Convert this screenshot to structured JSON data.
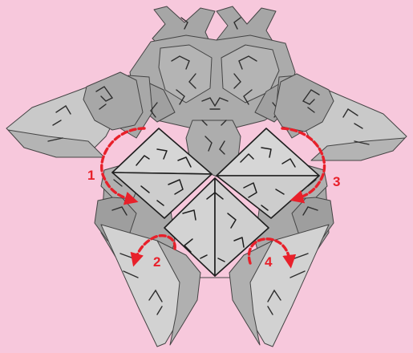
{
  "colors": {
    "background": "#F7C8DC",
    "piece_dark": "#A4A4A4",
    "piece_mid": "#B8B8B8",
    "piece_light": "#D3D3D3",
    "outline": "#3A3A3A",
    "arrow": "#E8202A"
  },
  "steps": [
    {
      "label": "1"
    },
    {
      "label": "2"
    },
    {
      "label": "3"
    },
    {
      "label": "4"
    }
  ]
}
